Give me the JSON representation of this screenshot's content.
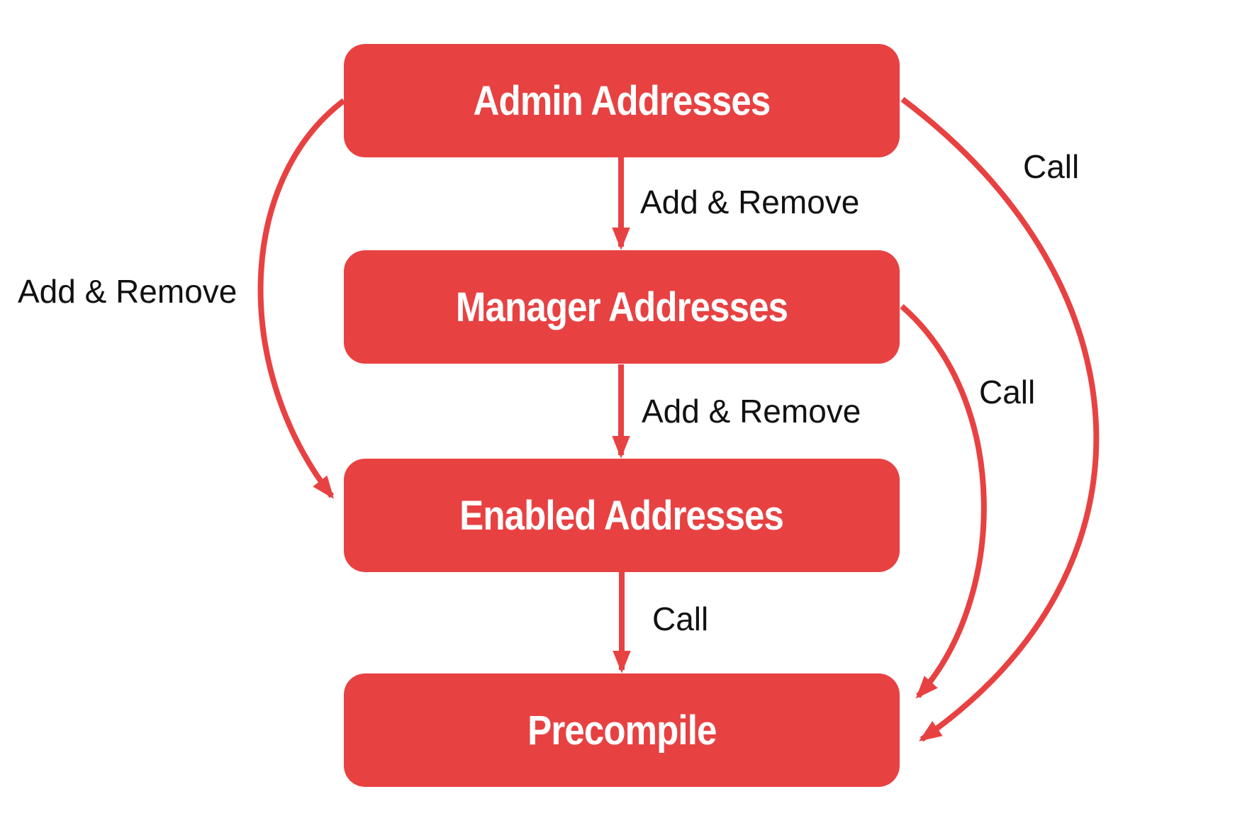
{
  "diagram": {
    "type": "flowchart",
    "background": "#ffffff",
    "accent_color": "#e84142",
    "text_color": "#111111",
    "node_text_color": "#ffffff"
  },
  "nodes": [
    {
      "id": "admin",
      "label": "Admin Addresses"
    },
    {
      "id": "manager",
      "label": "Manager Addresses"
    },
    {
      "id": "enabled",
      "label": "Enabled Addresses"
    },
    {
      "id": "precompile",
      "label": "Precompile"
    }
  ],
  "edges": [
    {
      "from": "admin",
      "to": "manager",
      "label": "Add & Remove"
    },
    {
      "from": "manager",
      "to": "enabled",
      "label": "Add & Remove"
    },
    {
      "from": "enabled",
      "to": "precompile",
      "label": "Call"
    },
    {
      "from": "admin",
      "to": "enabled",
      "label": "Add & Remove"
    },
    {
      "from": "admin",
      "to": "precompile",
      "label": "Call"
    },
    {
      "from": "manager",
      "to": "precompile",
      "label": "Call"
    }
  ]
}
